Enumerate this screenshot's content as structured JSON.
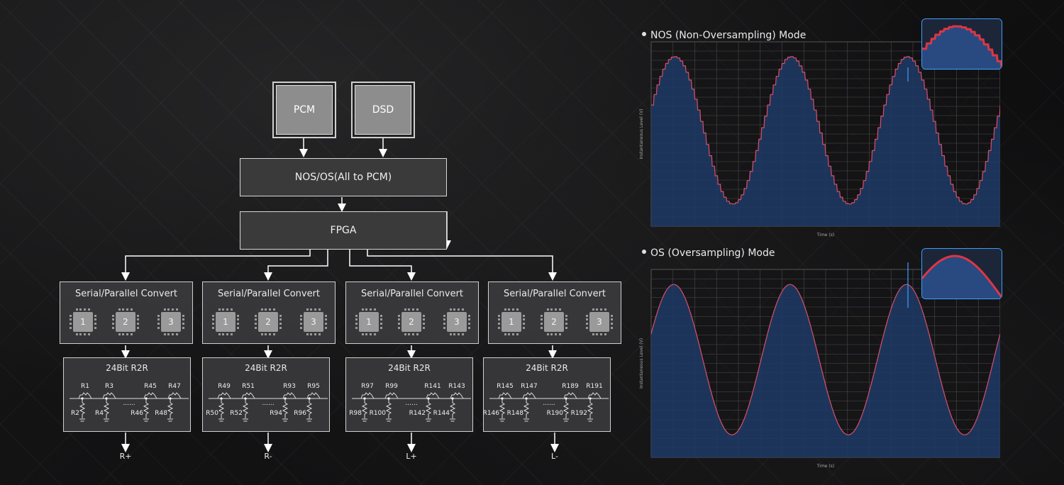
{
  "diagram": {
    "sources": [
      {
        "label": "PCM"
      },
      {
        "label": "DSD"
      }
    ],
    "converter": {
      "label": "NOS/OS(All to PCM)"
    },
    "fpga": {
      "label": "FPGA"
    },
    "channels": [
      {
        "spc_title": "Serial/Parallel Convert",
        "chips": [
          "1",
          "2",
          "3"
        ],
        "r2r_title": "24Bit R2R",
        "series_labels": [
          "R1",
          "R3",
          "R45",
          "R47"
        ],
        "shunt_labels": [
          "R2",
          "R4",
          "R46",
          "R48"
        ],
        "output": "R+"
      },
      {
        "spc_title": "Serial/Parallel Convert",
        "chips": [
          "1",
          "2",
          "3"
        ],
        "r2r_title": "24Bit R2R",
        "series_labels": [
          "R49",
          "R51",
          "R93",
          "R95"
        ],
        "shunt_labels": [
          "R50",
          "R52",
          "R94",
          "R96"
        ],
        "output": "R-"
      },
      {
        "spc_title": "Serial/Parallel Convert",
        "chips": [
          "1",
          "2",
          "3"
        ],
        "r2r_title": "24Bit R2R",
        "series_labels": [
          "R97",
          "R99",
          "R141",
          "R143"
        ],
        "shunt_labels": [
          "R98",
          "R100",
          "R142",
          "R144"
        ],
        "output": "L+"
      },
      {
        "spc_title": "Serial/Parallel Convert",
        "chips": [
          "1",
          "2",
          "3"
        ],
        "r2r_title": "24Bit R2R",
        "series_labels": [
          "R145",
          "R147",
          "R189",
          "R191"
        ],
        "shunt_labels": [
          "R146",
          "R148",
          "R190",
          "R192"
        ],
        "output": "L-"
      }
    ],
    "ellipsis": "......"
  },
  "panels": {
    "nos": {
      "title": "NOS (Non-Oversampling) Mode"
    },
    "os": {
      "title": "OS (Oversampling) Mode"
    }
  },
  "chart_data": [
    {
      "type": "line",
      "title": "NOS (Non-Oversampling) Mode",
      "xlabel": "Time (s)",
      "ylabel": "Instantaneous Level (V)",
      "style": "stepped",
      "cycles": 3,
      "grid": true,
      "series": [
        {
          "values": [
            0.3,
            1.0,
            0.3,
            -1.0,
            0.3,
            1.0,
            0.3,
            -1.0,
            0.3,
            1.0,
            0.3,
            -1.0,
            0.3
          ]
        }
      ],
      "colors": {
        "line": "#d7506a",
        "fill": "#1f3a66"
      }
    },
    {
      "type": "line",
      "title": "OS (Oversampling) Mode",
      "xlabel": "Time (s)",
      "ylabel": "Instantaneous Level (V)",
      "style": "smooth",
      "cycles": 3,
      "grid": true,
      "series": [
        {
          "values": [
            0.0,
            1.0,
            0.0,
            -1.0,
            0.0,
            1.0,
            0.0,
            -1.0,
            0.0,
            1.0,
            0.0,
            -1.0,
            0.0
          ]
        }
      ],
      "colors": {
        "line": "#d7506a",
        "fill": "#1f3a66"
      }
    }
  ],
  "colors": {
    "accent": "#3aa0ff",
    "wave": "#d7506a",
    "box_fill": "#3a3a3b",
    "source_fill": "#8d8d8d"
  }
}
